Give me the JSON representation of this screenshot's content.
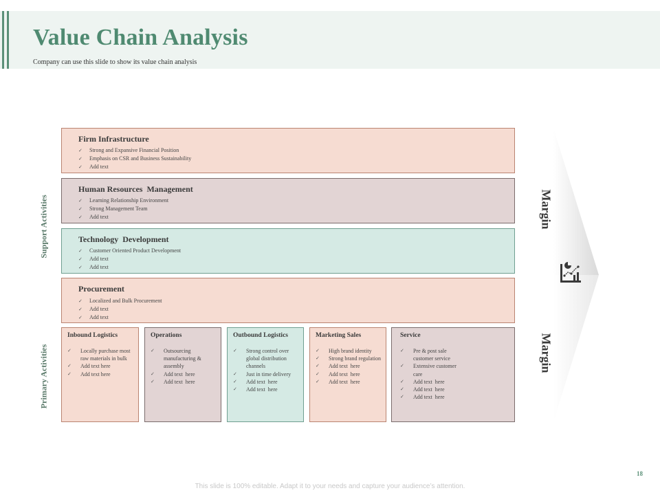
{
  "header": {
    "title": "Value Chain Analysis",
    "subtitle": "Company can use this slide to show its value chain analysis"
  },
  "side_labels": {
    "support": "Support Activities",
    "primary": "Primary Activities"
  },
  "margin": {
    "top_label": "Margin",
    "bottom_label": "Margin",
    "icon": "chart-analytics-icon"
  },
  "support_activities": [
    {
      "title": "Firm Infrastructure",
      "items": [
        "Strong and Expansive Financial Position",
        "Emphasis on CSR and Business Sustainability",
        "Add text"
      ]
    },
    {
      "title": "Human Resources  Management",
      "items": [
        "Learning Relationship Environment",
        "Strong Management Team",
        "Add text"
      ]
    },
    {
      "title": "Technology  Development",
      "items": [
        "Customer Oriented Product Development",
        "Add text",
        "Add text"
      ]
    },
    {
      "title": "Procurement",
      "items": [
        "Localized and Bulk Procurement",
        "Add text",
        "Add text"
      ]
    }
  ],
  "primary_activities": [
    {
      "title": "Inbound Logistics",
      "items": [
        "Locally purchase most raw materials in bulk",
        "Add text here",
        "Add text here"
      ]
    },
    {
      "title": "Operations",
      "items": [
        "Outsourcing manufacturing & assembly",
        "Add text  here",
        "Add text  here"
      ]
    },
    {
      "title": "Outbound Logistics",
      "items": [
        "Strong control over global distribution channels",
        "Just in time delivery",
        "Add text  here",
        "Add text  here"
      ]
    },
    {
      "title": "Marketing Sales",
      "items": [
        "High brand identity",
        "Strong brand regulation",
        "Add text  here",
        "Add text  here",
        "Add text  here"
      ]
    },
    {
      "title": "Service",
      "items": [
        "Pre & post sale customer service",
        "Extensive customer care",
        "Add text  here",
        "Add text  here",
        "Add text  here"
      ]
    }
  ],
  "check_glyph": "✓",
  "colors": {
    "accent": "#5b9078",
    "peach": "#f6dcd2",
    "mauve": "#e2d4d4",
    "mint": "#d5eae4"
  },
  "footer": {
    "page_number": "18",
    "note": "This slide is 100% editable. Adapt it to your needs and capture your audience’s attention."
  }
}
